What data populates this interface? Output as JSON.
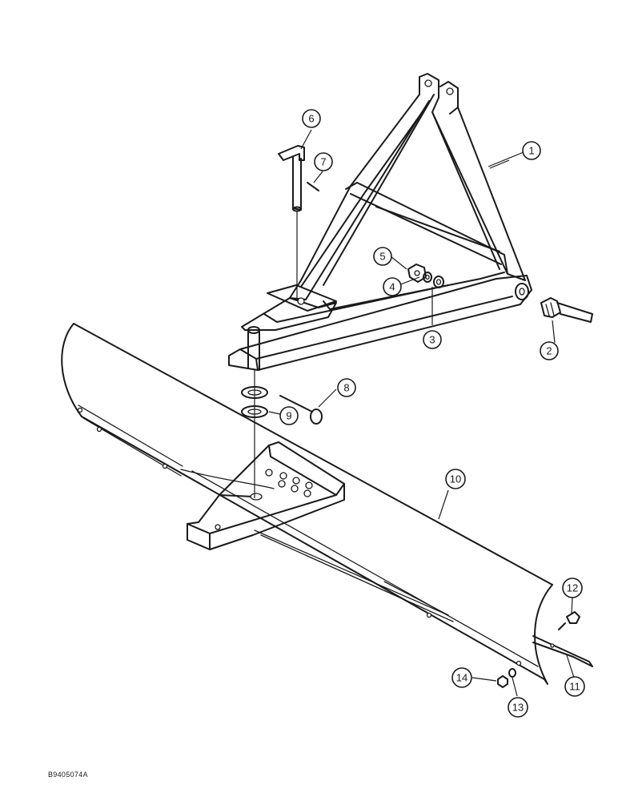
{
  "figure_code": "B9405074A",
  "callouts": [
    "1",
    "2",
    "3",
    "4",
    "5",
    "6",
    "7",
    "8",
    "9",
    "10",
    "11",
    "12",
    "13",
    "14"
  ],
  "colors": {
    "line": "#1a1a1a",
    "paper": "#ffffff"
  }
}
